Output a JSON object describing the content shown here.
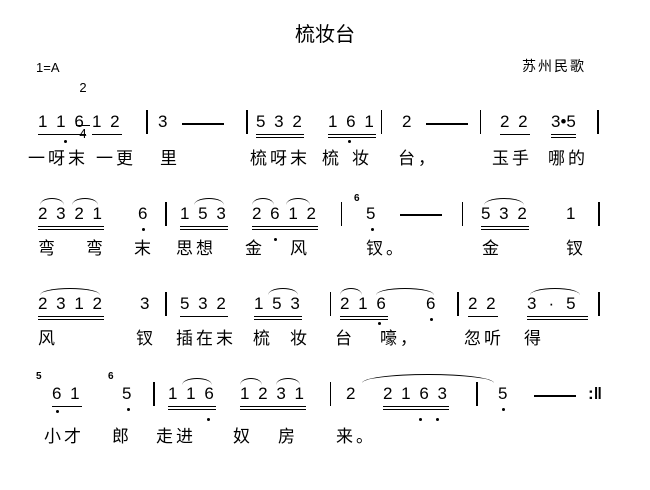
{
  "title": "梳妆台",
  "key": "1=A",
  "time": {
    "top": "2",
    "bottom": "4"
  },
  "source": "苏州民歌",
  "rows": [
    {
      "groups": [
        "116",
        "12",
        "3",
        "532",
        "161",
        "2",
        "22",
        "3•5"
      ],
      "lyrics": [
        "一呀末",
        "一更",
        "里",
        "梳呀末",
        "梳",
        "妆",
        "台，",
        "玉手",
        "哪的"
      ]
    },
    {
      "groups": [
        "2321",
        "6",
        "153",
        "2612",
        "5",
        "532",
        "1"
      ],
      "grace": [
        "6"
      ],
      "lyrics": [
        "弯",
        "弯",
        "末",
        "思想",
        "金",
        "风",
        "钗。",
        "金",
        "钗"
      ]
    },
    {
      "groups": [
        "2312",
        "3",
        "532",
        "153",
        "216",
        "6",
        "22",
        "3·5"
      ],
      "lyrics": [
        "风",
        "钗",
        "插在末",
        "梳",
        "妆",
        "台",
        "嚎，",
        "忽听",
        "得"
      ]
    },
    {
      "groups": [
        "61",
        "5",
        "116",
        "1231",
        "2",
        "2163",
        "5"
      ],
      "grace": [
        "5",
        "6"
      ],
      "end": ":‖",
      "lyrics": [
        "小才",
        "郎",
        "走进",
        "奴",
        "房",
        "来。"
      ]
    }
  ]
}
